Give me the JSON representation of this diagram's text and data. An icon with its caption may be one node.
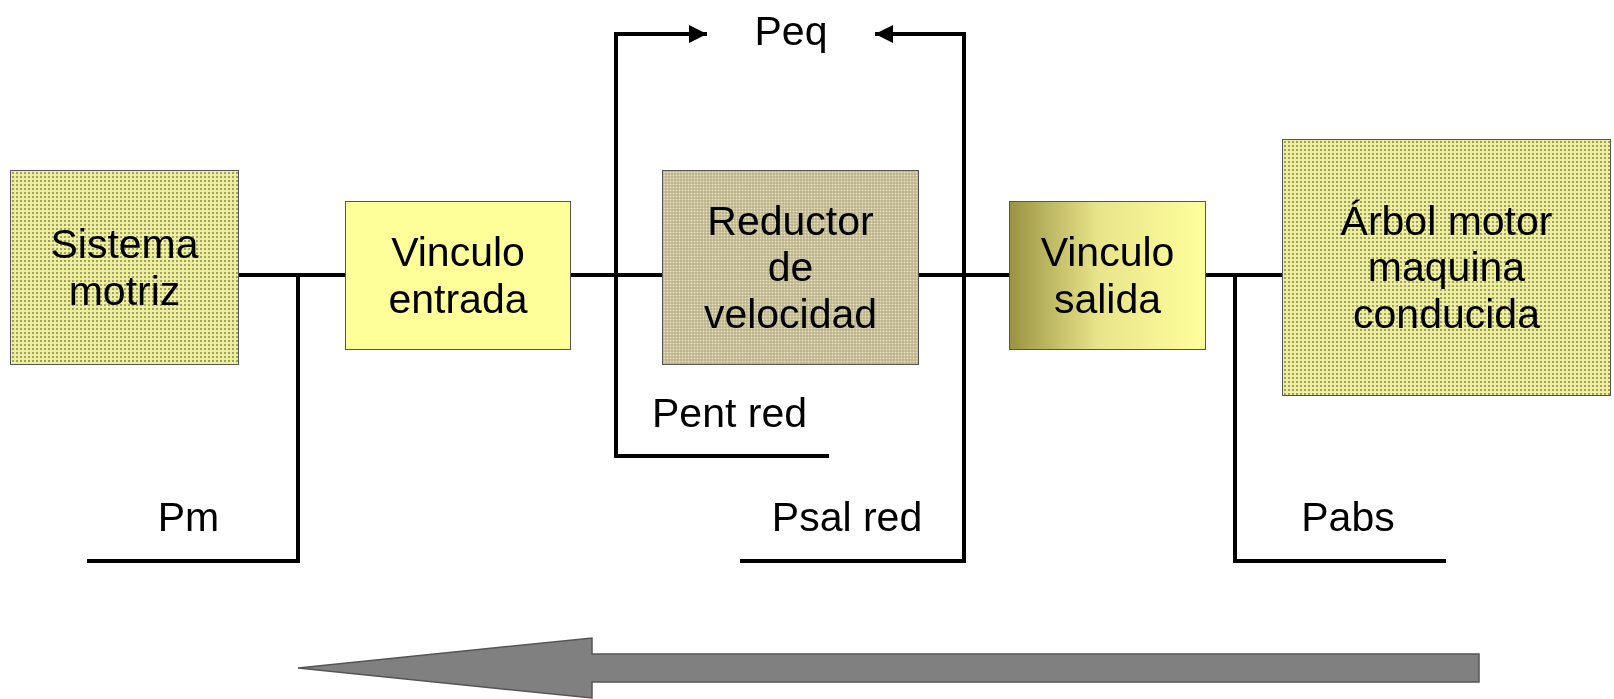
{
  "diagram": {
    "nodes": [
      {
        "text": [
          "Peq"
        ]
      },
      {
        "text": [
          "Sistema motriz"
        ]
      },
      {
        "text": [
          "Vinculo entrada"
        ]
      },
      {
        "text": [
          "Reductor de velocidad"
        ]
      },
      {
        "text": [
          "Vinculo salida"
        ]
      },
      {
        "text": [
          "Árbol motor maquina conducida"
        ]
      },
      {
        "text": [
          "Pent red"
        ]
      },
      {
        "text": [
          "Pm"
        ]
      },
      {
        "text": [
          "Psal red"
        ]
      },
      {
        "text": [
          "Pabs"
        ]
      }
    ],
    "edges": [
      {
        "from": 1,
        "to": 2,
        "arrow": "none"
      },
      {
        "from": 2,
        "to": 3,
        "arrow": "none"
      },
      {
        "from": 3,
        "to": 4,
        "arrow": "none"
      },
      {
        "from": 4,
        "to": 5,
        "arrow": "none"
      },
      {
        "from": 1,
        "to": 7,
        "arrow": "none"
      },
      {
        "from": 6,
        "to": 0,
        "arrow": "to"
      },
      {
        "from": 8,
        "to": 0,
        "arrow": "to"
      },
      {
        "from": 5,
        "to": 9,
        "arrow": "none"
      }
    ]
  }
}
